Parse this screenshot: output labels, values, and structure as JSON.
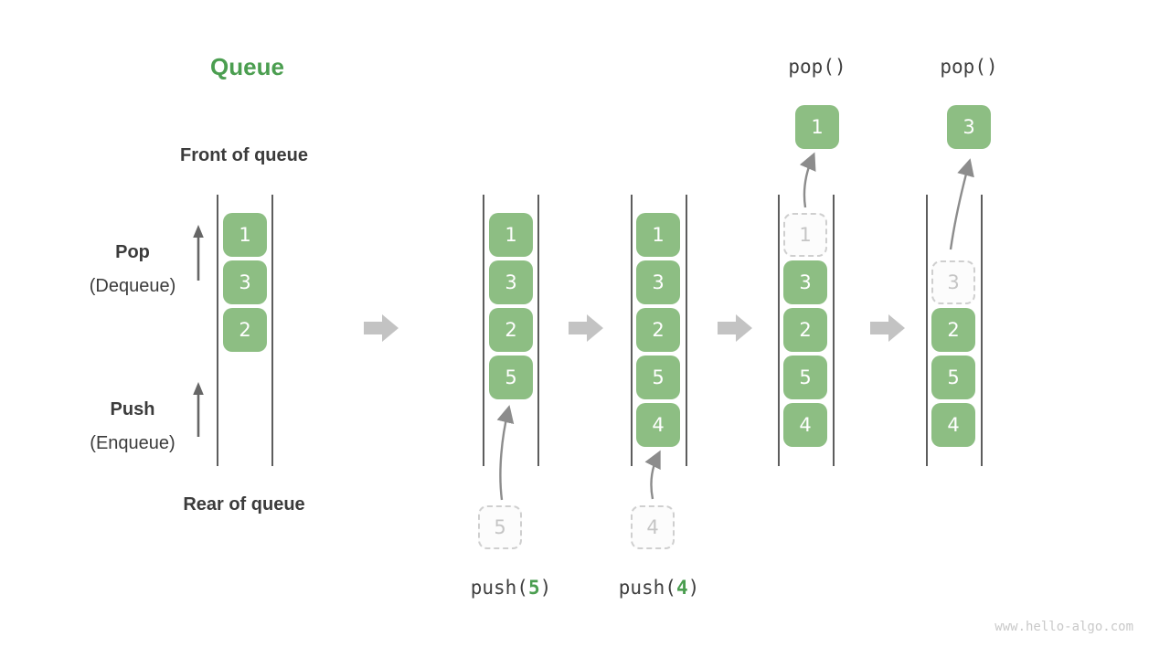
{
  "title": "Queue",
  "side_labels": {
    "front": "Front of queue",
    "rear": "Rear of queue",
    "pop": "Pop",
    "pop_alt": "(Dequeue)",
    "push": "Push",
    "push_alt": "(Enqueue)"
  },
  "columns": {
    "c1": {
      "s1": "1",
      "s2": "3",
      "s3": "2"
    },
    "c2": {
      "s1": "1",
      "s2": "3",
      "s3": "2",
      "s4": "5",
      "ghost": "5"
    },
    "c3": {
      "s1": "1",
      "s2": "3",
      "s3": "2",
      "s4": "5",
      "s5": "4",
      "ghost": "4"
    },
    "c4": {
      "ghost": "1",
      "s2": "3",
      "s3": "2",
      "s4": "5",
      "s5": "4",
      "popped": "1",
      "op": "pop()"
    },
    "c5": {
      "ghost": "3",
      "s3": "2",
      "s4": "5",
      "s5": "4",
      "popped": "3",
      "op": "pop()"
    }
  },
  "push_ops": [
    {
      "fn": "push(",
      "arg": "5",
      "close": ")"
    },
    {
      "fn": "push(",
      "arg": "4",
      "close": ")"
    }
  ],
  "colors": {
    "box_green": "#8dbe83",
    "title_green": "#4b9e50",
    "text_dark": "#3b3b3b",
    "wall_gray": "#5d5d5d",
    "block_arrow_gray": "#c3c3c3",
    "thin_arrow_gray": "#8c8c8c",
    "ghost_text_gray": "#c5c5c5"
  },
  "watermark": "www.hello-algo.com"
}
